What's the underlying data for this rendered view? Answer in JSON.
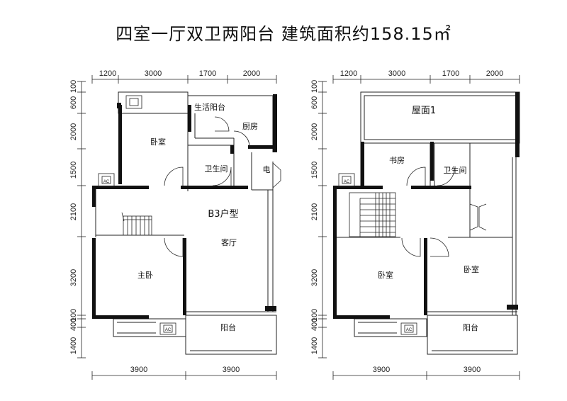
{
  "title": "四室一厅双卫两阳台  建筑面积约158.15㎡",
  "left_plan": {
    "top_dims": [
      "1200",
      "3000",
      "1700",
      "2000"
    ],
    "left_dims": [
      "100",
      "600",
      "2000",
      "1500",
      "2100",
      "3200",
      "100",
      "400",
      "1400"
    ],
    "bottom_dims": [
      "3900",
      "3900"
    ],
    "unit_label": "B3户型",
    "rooms": {
      "living_balcony": "生活阳台",
      "kitchen": "厨房",
      "bedroom": "卧室",
      "bathroom": "卫生间",
      "electric": "电",
      "living": "客厅",
      "master": "主卧",
      "balcony": "阳台"
    }
  },
  "right_plan": {
    "top_dims": [
      "1200",
      "3000",
      "1700",
      "2000"
    ],
    "left_dims": [
      "100",
      "600",
      "2000",
      "1500",
      "2100",
      "3200",
      "100",
      "400",
      "1400"
    ],
    "bottom_dims": [
      "3900",
      "3900"
    ],
    "rooms": {
      "roof": "屋面1",
      "study": "书房",
      "bathroom": "卫生间",
      "bedroom_left": "卧室",
      "bedroom_right": "卧室",
      "balcony": "阳台"
    }
  },
  "ac_label": "AC"
}
